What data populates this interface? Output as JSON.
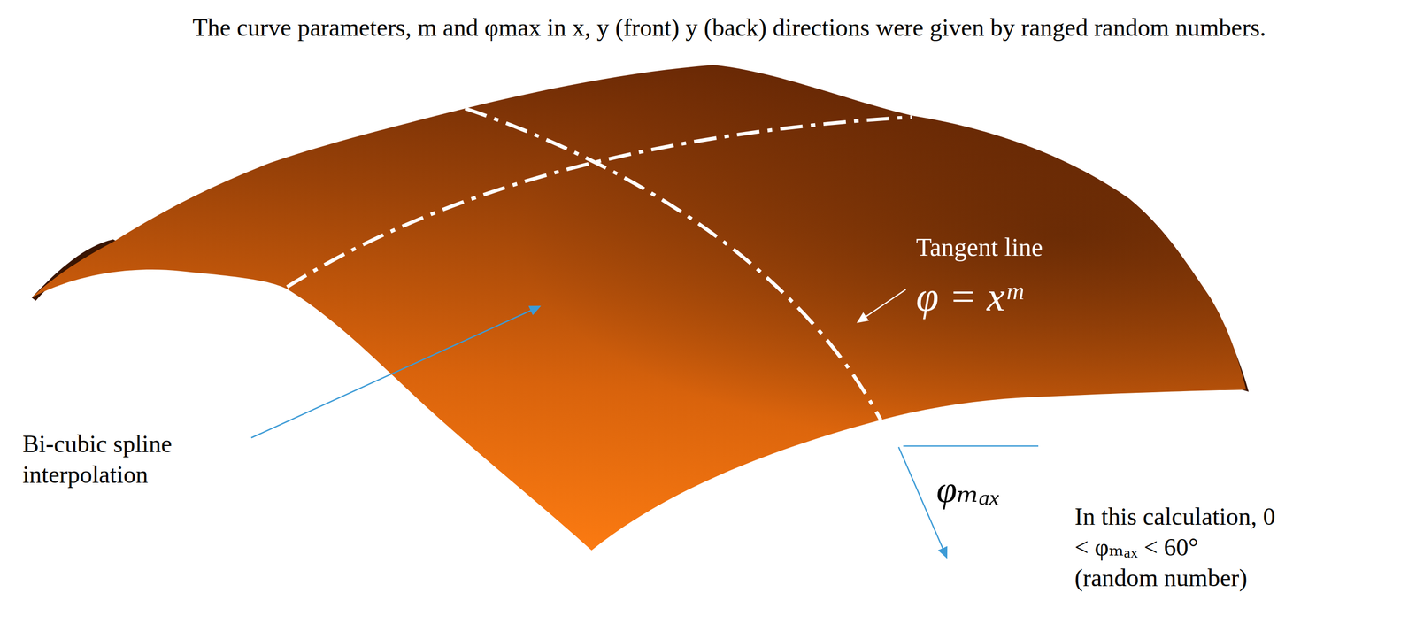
{
  "diagram": {
    "title": "The curve parameters, m and φmax in x, y (front) y (back) directions were given by ranged random numbers.",
    "labels": [
      "Tangent line",
      "φ = xᵐ",
      "Bi-cubic spline interpolation",
      "φₘₐₓ",
      "In this calculation, 0 < φₘₐₓ < 60° (random number)"
    ]
  }
}
